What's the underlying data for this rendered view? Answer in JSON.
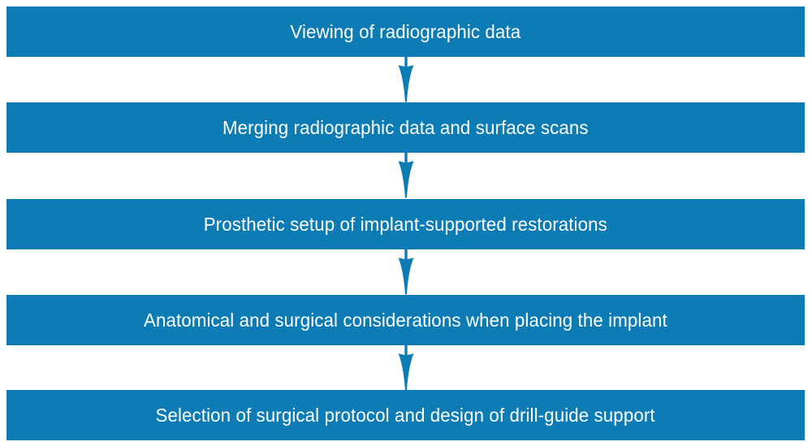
{
  "chart_data": {
    "type": "diagram",
    "subtype": "vertical-flowchart",
    "title": "",
    "orientation": "top-to-bottom",
    "node_count": 5,
    "connector_count": 4,
    "connector_type": "down-arrow",
    "colors": {
      "node_fill": "#0d7cb4",
      "node_text": "#ffffff",
      "arrow": "#0d7cb4",
      "background": "#ffffff"
    },
    "nodes": [
      {
        "id": 1,
        "label": "Viewing of radiographic data"
      },
      {
        "id": 2,
        "label": "Merging radiographic data and surface scans"
      },
      {
        "id": 3,
        "label": "Prosthetic setup of implant-supported restorations"
      },
      {
        "id": 4,
        "label": "Anatomical and surgical considerations when placing the implant"
      },
      {
        "id": 5,
        "label": "Selection of surgical protocol and design of drill-guide support"
      }
    ],
    "edges": [
      {
        "from": 1,
        "to": 2
      },
      {
        "from": 2,
        "to": 3
      },
      {
        "from": 3,
        "to": 4
      },
      {
        "from": 4,
        "to": 5
      }
    ]
  },
  "flow": {
    "steps": [
      {
        "label": "Viewing of radiographic data"
      },
      {
        "label": "Merging radiographic data and surface scans"
      },
      {
        "label": "Prosthetic setup of implant-supported restorations"
      },
      {
        "label": "Anatomical and surgical considerations when placing the implant"
      },
      {
        "label": "Selection of surgical protocol and design of drill-guide support"
      }
    ]
  }
}
